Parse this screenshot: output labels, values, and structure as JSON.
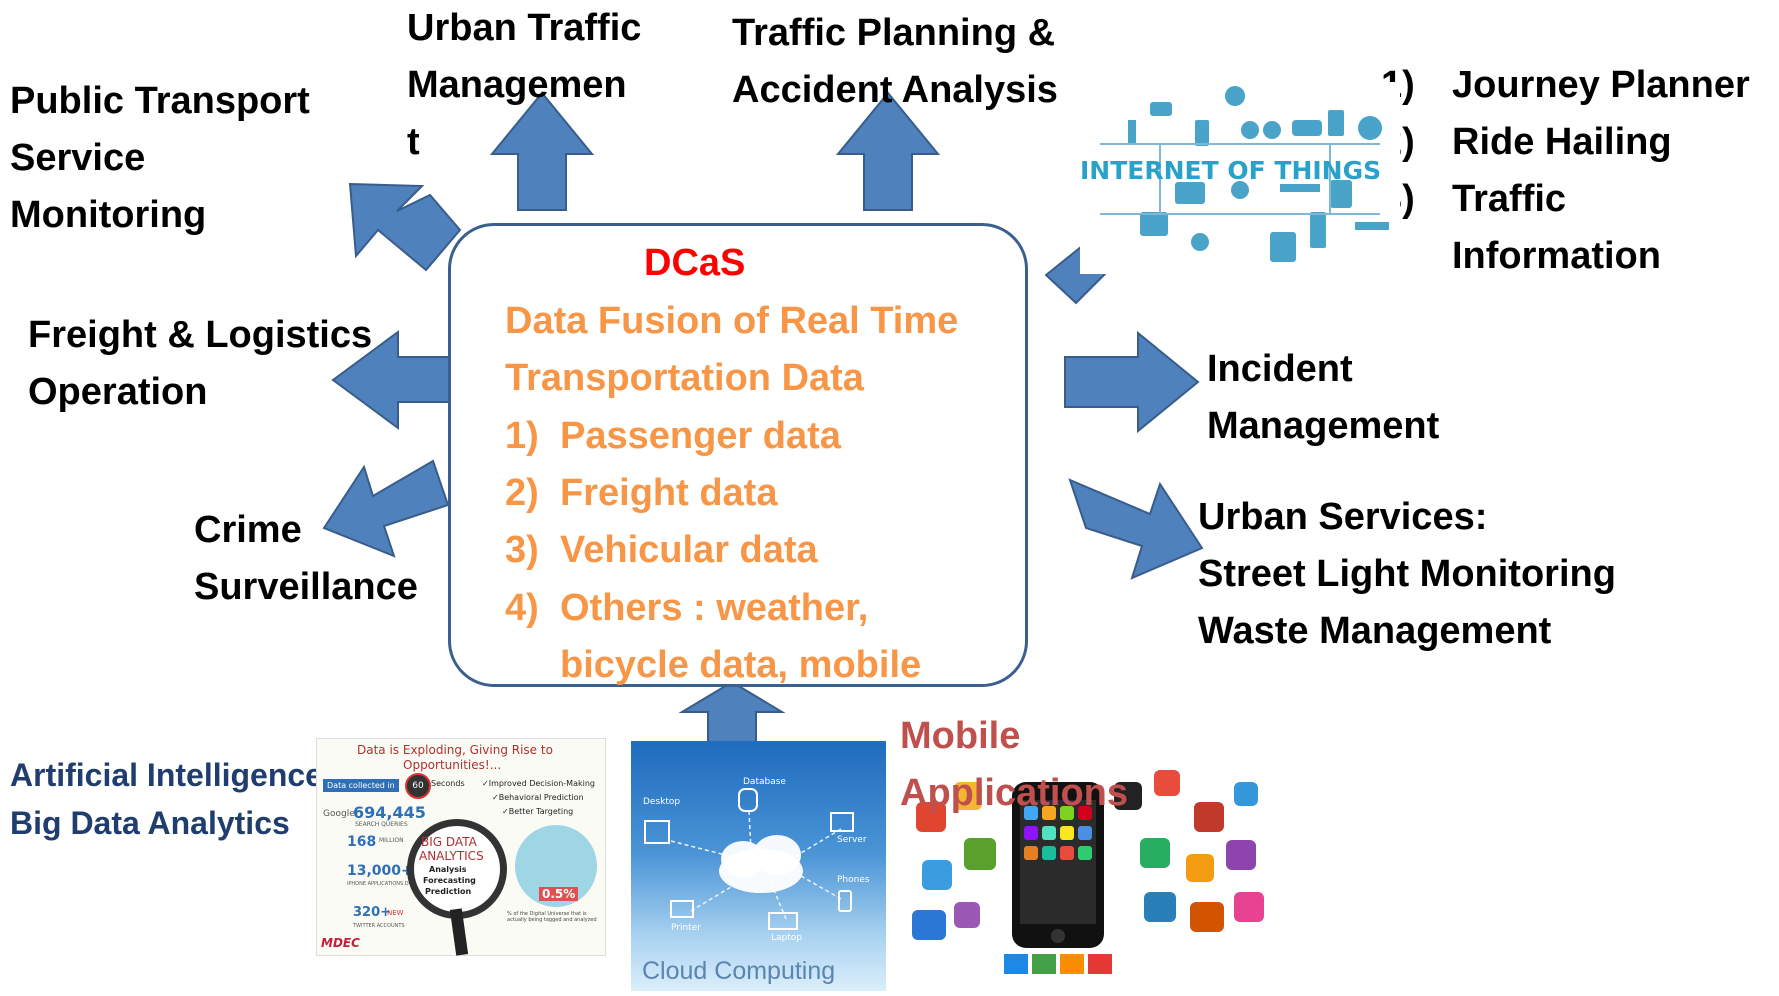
{
  "center": {
    "title": "DCaS",
    "subtitle_line1": "Data Fusion of Real Time",
    "subtitle_line2": "Transportation Data",
    "items": [
      {
        "num": "1)",
        "text": "Passenger data"
      },
      {
        "num": "2)",
        "text": "Freight data"
      },
      {
        "num": "3)",
        "text": "Vehicular data"
      },
      {
        "num": "4)",
        "text": "Others : weather,"
      }
    ],
    "item4_cont": "bicycle data, mobile"
  },
  "outputs": {
    "public_transport": [
      "Public Transport",
      "Service",
      "Monitoring"
    ],
    "urban_traffic": [
      "Urban Traffic",
      "Managemen",
      "t"
    ],
    "traffic_planning": [
      "Traffic Planning &",
      "Accident Analysis"
    ],
    "freight": [
      "Freight & Logistics",
      "Operation"
    ],
    "crime": [
      "Crime",
      "Surveillance"
    ],
    "incident": [
      "Incident",
      "Management"
    ],
    "urban_services": [
      "Urban  Services:",
      "Street Light Monitoring",
      "Waste Management"
    ],
    "iot_list": [
      {
        "num": "1)",
        "text": "Journey Planner"
      },
      {
        "num": "2)",
        "text": "Ride Hailing"
      },
      {
        "num": "3)",
        "text": "Traffic"
      }
    ],
    "iot_list_cont": "Information"
  },
  "inputs": {
    "ai_line1": "Artificial Intelligence",
    "ai_line2": "Big Data Analytics",
    "mobile_line1": "Mobile",
    "mobile_line2": "Applications",
    "cloud_caption": "Cloud Computing",
    "iot_banner": "INTERNET OF THINGS"
  },
  "bigdata_infographic": {
    "title_line1": "Data is Exploding, Giving Rise to",
    "title_line2": "Opportunities!...",
    "collected": "Data collected in",
    "seconds_value": "60",
    "seconds_label": "Seconds",
    "benefits": [
      "✓Improved Decision-Making",
      "✓Behavioral Prediction",
      "✓Better Targeting"
    ],
    "stat1": "694,445",
    "stat1_note": "SEARCH QUERIES",
    "stat2": "168",
    "stat2_unit": "MILLION",
    "stat3": "13,000+",
    "stat3_note": "iPHONE APPLICATIONS DOWNLOADED",
    "stat4": "320+",
    "stat4_unit": "NEW",
    "stat4_note": "TWITTER ACCOUNTS",
    "lens_line1": "BIG DATA",
    "lens_line2": "ANALYTICS",
    "lens_words": [
      "Analysis",
      "Forecasting",
      "Prediction"
    ],
    "percent": "0.5%",
    "percent_note": "% of the Digital Universe that is actually being tagged and analyzed",
    "logo": "MDEC",
    "google": "Google"
  },
  "cloud_diagram": {
    "nodes": [
      "Desktop",
      "Database",
      "Server",
      "Printer",
      "Laptop",
      "Phones"
    ]
  },
  "colors": {
    "arrow_fill": "#4f81bd",
    "center_item_text": "#f79646",
    "center_title": "#ff0000",
    "mobile_label": "#c0504d",
    "ai_label": "#1f3d6e"
  }
}
